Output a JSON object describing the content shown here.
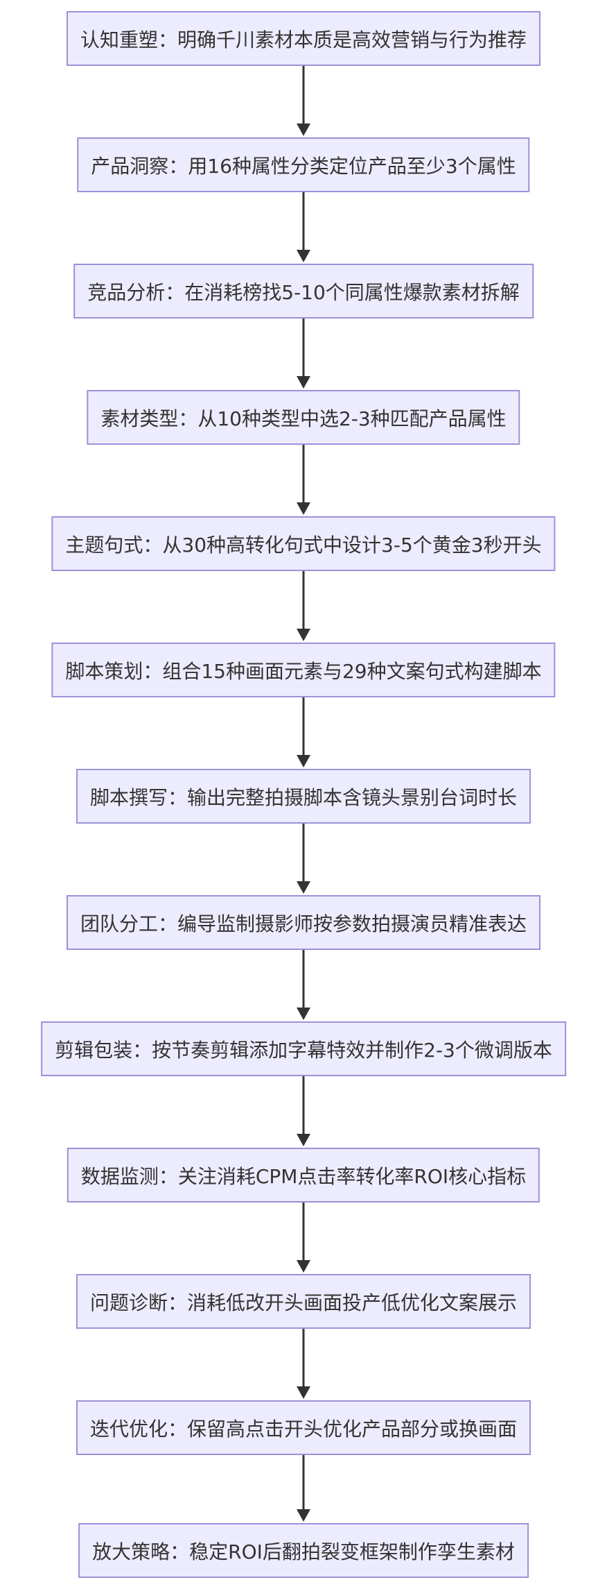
{
  "diagram": {
    "type": "vertical-flowchart",
    "colors": {
      "node_fill": "#ececfe",
      "node_border": "#9c92d8",
      "text": "#333333",
      "arrow": "#333333"
    },
    "steps": [
      "认知重塑：明确千川素材本质是高效营销与行为推荐",
      "产品洞察：用16种属性分类定位产品至少3个属性",
      "竞品分析：在消耗榜找5-10个同属性爆款素材拆解",
      "素材类型：从10种类型中选2-3种匹配产品属性",
      "主题句式：从30种高转化句式中设计3-5个黄金3秒开头",
      "脚本策划：组合15种画面元素与29种文案句式构建脚本",
      "脚本撰写：输出完整拍摄脚本含镜头景别台词时长",
      "团队分工：编导监制摄影师按参数拍摄演员精准表达",
      "剪辑包装：按节奏剪辑添加字幕特效并制作2-3个微调版本",
      "数据监测：关注消耗CPM点击率转化率ROI核心指标",
      "问题诊断：消耗低改开头画面投产低优化文案展示",
      "迭代优化：保留高点击开头优化产品部分或换画面",
      "放大策略：稳定ROI后翻拍裂变框架制作孪生素材"
    ]
  }
}
